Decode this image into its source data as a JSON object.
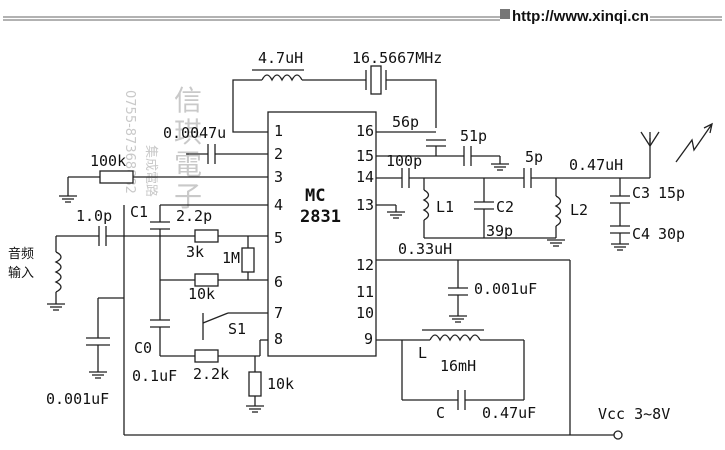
{
  "header": {
    "url": "http://www.xinqi.cn"
  },
  "watermark": {
    "logo_text": "信琪電子",
    "phone": "0755-87368882",
    "small_text": "集成電路"
  },
  "ic": {
    "name_line1": "MC",
    "name_line2": "2831",
    "pins_left": [
      "1",
      "2",
      "3",
      "4",
      "5",
      "6",
      "7",
      "8"
    ],
    "pins_right": [
      "16",
      "15",
      "14",
      "13",
      "12",
      "11",
      "10",
      "9"
    ]
  },
  "labels": {
    "inductor_top": "4.7uH",
    "crystal": "16.5667MHz",
    "c_0047u": "0.0047u",
    "r_100k": "100k",
    "c_1p": "1.0p",
    "c1": "C1",
    "c_22p": "2.2p",
    "r_3k": "3k",
    "r_1m": "1M",
    "r_10k_a": "10k",
    "s1": "S1",
    "c0": "C0",
    "c0_val": "0.1uF",
    "r_22k": "2.2k",
    "r_10k_b": "10k",
    "c_0001uf_left": "0.001uF",
    "audio_in_1": "音频",
    "audio_in_2": "输入",
    "c_56p": "56p",
    "c_51p": "51p",
    "c_100p": "100p",
    "c_5p": "5p",
    "l_047uh": "0.47uH",
    "c3": "C3",
    "c3_val": "15p",
    "c4": "C4",
    "c4_val": "30p",
    "l1": "L1",
    "c2": "C2",
    "c2_val": "39p",
    "l2": "L2",
    "l_033uh": "0.33uH",
    "c_0001uf_right": "0.001uF",
    "l": "L",
    "l_val": "16mH",
    "c": "C",
    "c_val": "0.47uF",
    "vcc": "Vcc 3~8V"
  }
}
